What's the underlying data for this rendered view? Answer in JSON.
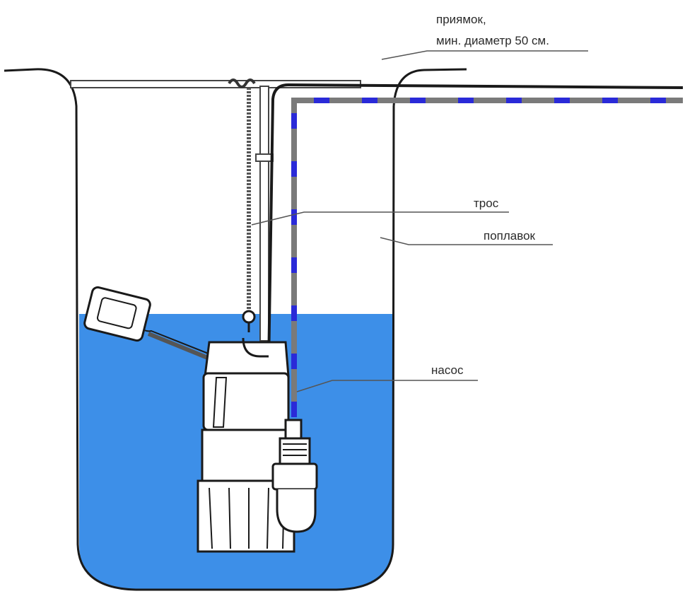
{
  "labels": {
    "pit_line1": "приямок,",
    "pit_line2": "мин. диаметр 50 см.",
    "cable": "трос",
    "float": "поплавок",
    "pump": "насос"
  },
  "colors": {
    "water": "#3d8fe8",
    "outline": "#1a1a1a",
    "pipe": "#7a7a7a",
    "pipe_dash": "#2a2ad8",
    "leader": "#555555"
  }
}
